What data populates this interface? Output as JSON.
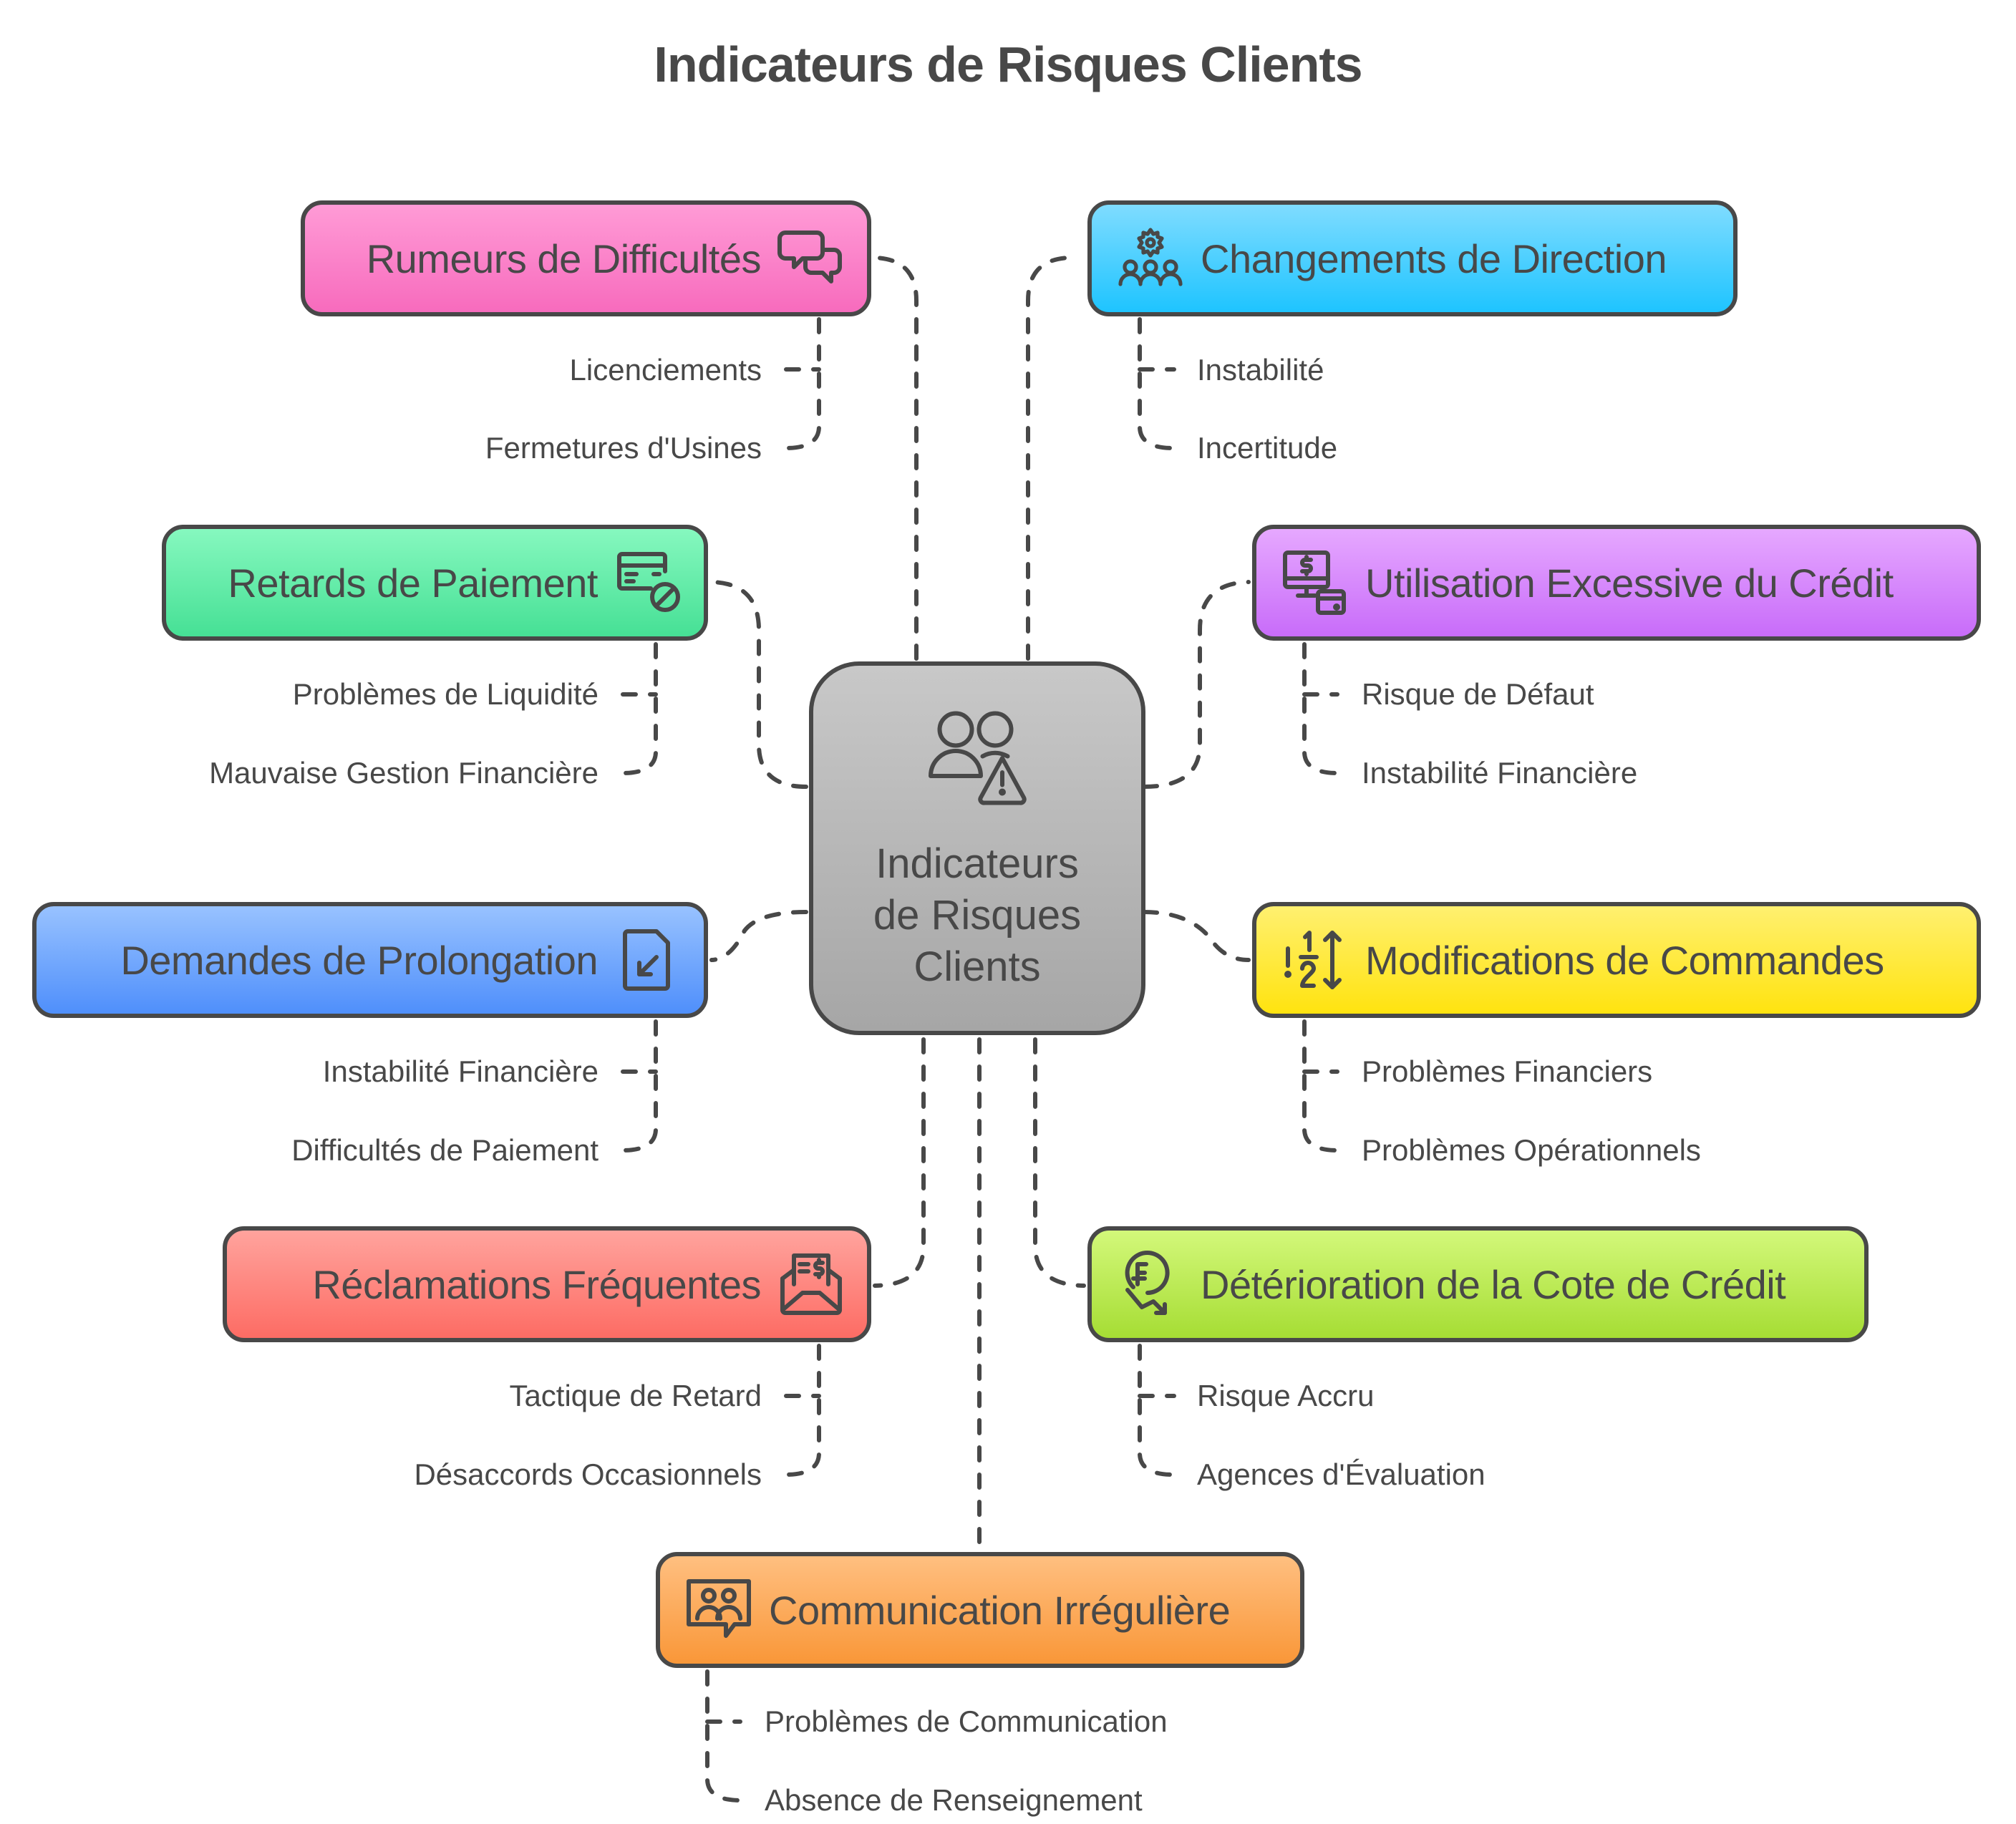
{
  "title": "Indicateurs de Risques Clients",
  "center": {
    "label_lines": [
      "Indicateurs",
      "de Risques",
      "Clients"
    ],
    "icon": "users-warning-icon",
    "color_top": "#c8c8c8",
    "color_bottom": "#a6a6a6"
  },
  "nodes": [
    {
      "id": "rumeurs",
      "label": "Rumeurs de Difficultés",
      "icon": "chat-bubbles-icon",
      "color_top": "#ff9bd6",
      "color_bottom": "#f76bbd",
      "children": [
        "Licenciements",
        "Fermetures d'Usines"
      ]
    },
    {
      "id": "changements",
      "label": "Changements de Direction",
      "icon": "team-gear-icon",
      "color_top": "#7fdcff",
      "color_bottom": "#1ec4ff",
      "children": [
        "Instabilité",
        "Incertitude"
      ]
    },
    {
      "id": "retards",
      "label": "Retards de Paiement",
      "icon": "card-blocked-icon",
      "color_top": "#86f8bf",
      "color_bottom": "#46e095",
      "children": [
        "Problèmes de Liquidité",
        "Mauvaise Gestion Financière"
      ]
    },
    {
      "id": "utilisation",
      "label": "Utilisation Excessive du Crédit",
      "icon": "monitor-dollar-card-icon",
      "color_top": "#e6a8ff",
      "color_bottom": "#c86cf9",
      "children": [
        "Risque de Défaut",
        "Instabilité Financière"
      ]
    },
    {
      "id": "demandes",
      "label": "Demandes de Prolongation",
      "icon": "document-arrow-icon",
      "color_top": "#98c2ff",
      "color_bottom": "#4f8ffb",
      "children": [
        "Instabilité Financière",
        "Difficultés de Paiement"
      ]
    },
    {
      "id": "modifications",
      "label": "Modifications de Commandes",
      "icon": "fraction-arrows-icon",
      "color_top": "#fff070",
      "color_bottom": "#ffe30f",
      "children": [
        "Problèmes Financiers",
        "Problèmes Opérationnels"
      ]
    },
    {
      "id": "reclamations",
      "label": "Réclamations Fréquentes",
      "icon": "envelope-invoice-icon",
      "color_top": "#ffa39d",
      "color_bottom": "#fd6c64",
      "children": [
        "Tactique de Retard",
        "Désaccords Occasionnels"
      ]
    },
    {
      "id": "deterioration",
      "label": "Détérioration de la Cote de Crédit",
      "icon": "franc-decline-icon",
      "color_top": "#d3f87a",
      "color_bottom": "#a6dd34",
      "children": [
        "Risque Accru",
        "Agences d'Évaluation"
      ]
    },
    {
      "id": "communication",
      "label": "Communication Irrégulière",
      "icon": "people-chat-icon",
      "color_top": "#ffbf80",
      "color_bottom": "#f99738",
      "children": [
        "Problèmes de Communication",
        "Absence de Renseignement"
      ]
    }
  ]
}
